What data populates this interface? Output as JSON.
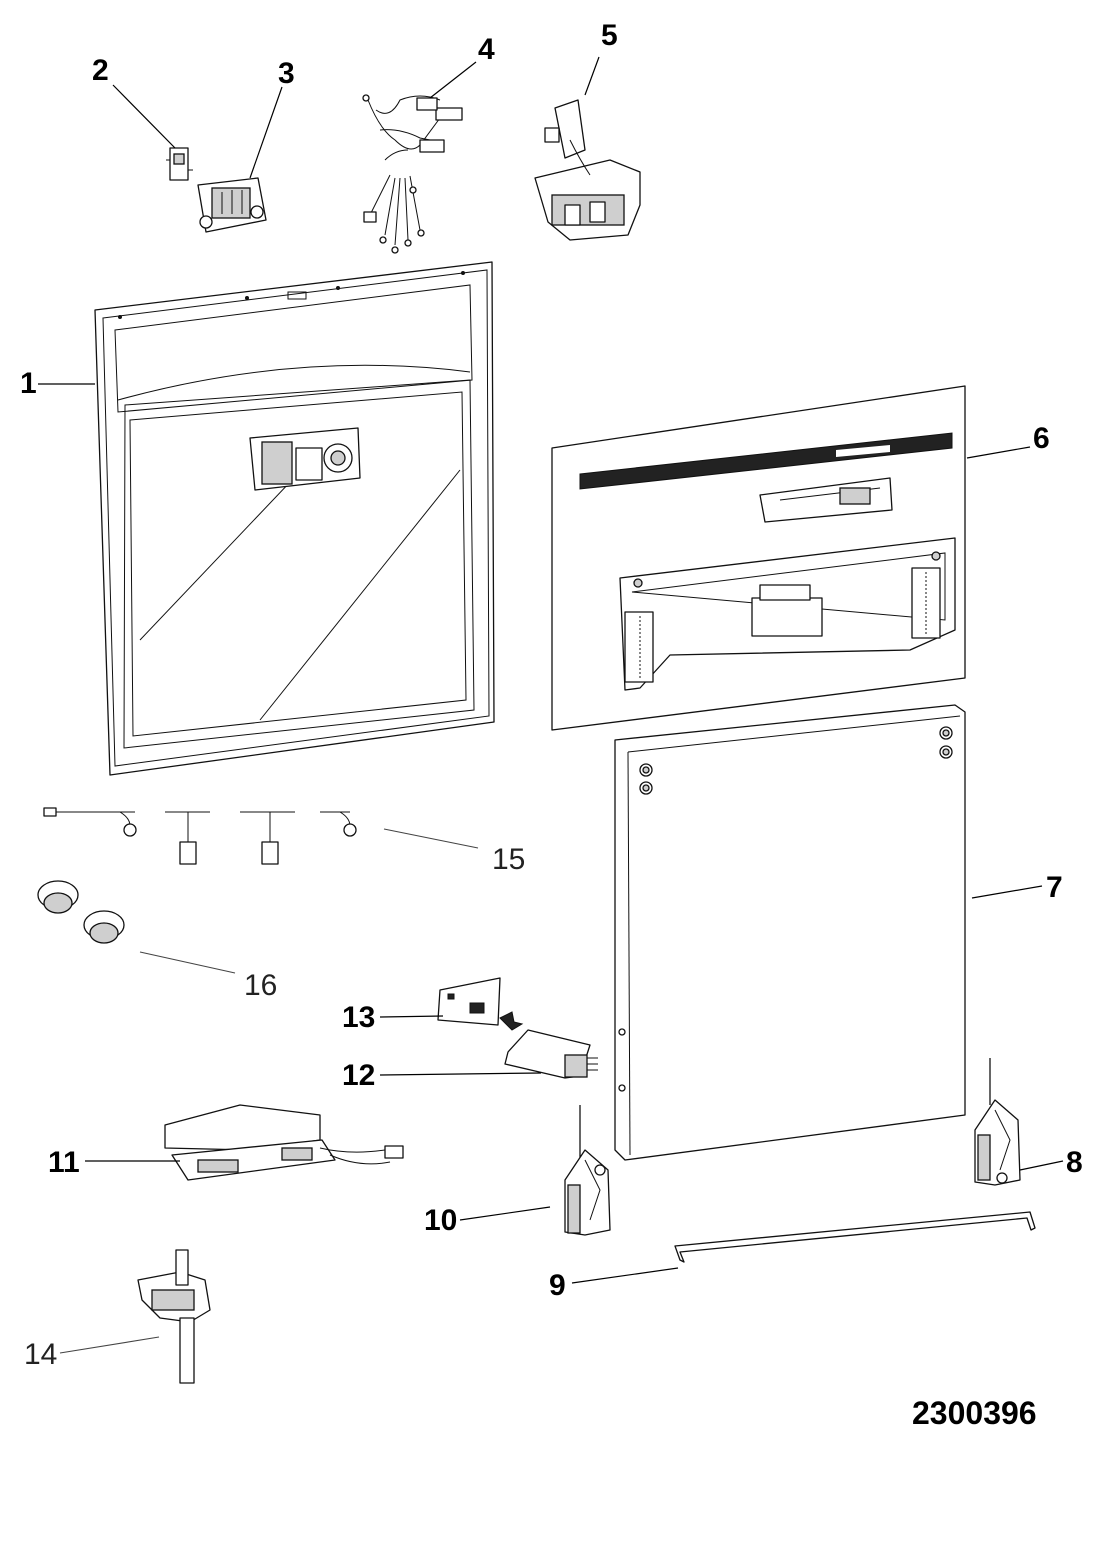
{
  "diagram": {
    "drawing_number": "2300396",
    "callouts": [
      {
        "id": "c1",
        "text": "1",
        "style": "bold"
      },
      {
        "id": "c2",
        "text": "2",
        "style": "bold"
      },
      {
        "id": "c3",
        "text": "3",
        "style": "bold"
      },
      {
        "id": "c4",
        "text": "4",
        "style": "bold"
      },
      {
        "id": "c5",
        "text": "5",
        "style": "bold"
      },
      {
        "id": "c6",
        "text": "6",
        "style": "bold"
      },
      {
        "id": "c7",
        "text": "7",
        "style": "bold"
      },
      {
        "id": "c8",
        "text": "8",
        "style": "bold"
      },
      {
        "id": "c9",
        "text": "9",
        "style": "bold"
      },
      {
        "id": "c10",
        "text": "10",
        "style": "bold"
      },
      {
        "id": "c11",
        "text": "11",
        "style": "bold"
      },
      {
        "id": "c12",
        "text": "12",
        "style": "bold"
      },
      {
        "id": "c13",
        "text": "13",
        "style": "bold"
      },
      {
        "id": "c14",
        "text": "14",
        "style": "regular"
      },
      {
        "id": "c15",
        "text": "15",
        "style": "regular"
      },
      {
        "id": "c16",
        "text": "16",
        "style": "regular"
      }
    ]
  }
}
